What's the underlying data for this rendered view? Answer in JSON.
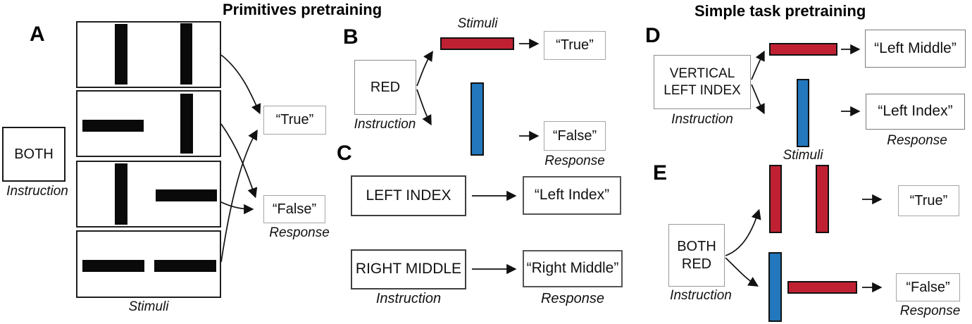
{
  "colors": {
    "red": "#bf2133",
    "blue": "#2277bd",
    "bar_black": "#0a0a0a"
  },
  "header": {
    "left_title": "Primitives pretraining",
    "right_title": "Simple task pretraining"
  },
  "labels": {
    "instruction": "Instruction",
    "stimuli": "Stimuli",
    "response": "Response"
  },
  "panelA": {
    "letter": "A",
    "instruction": "BOTH",
    "true_response": "“True”",
    "false_response": "“False”"
  },
  "panelB": {
    "letter": "B",
    "instruction": "RED",
    "true_response": "“True”",
    "false_response": "“False”"
  },
  "panelC": {
    "letter": "C",
    "rows": [
      {
        "instruction": "LEFT INDEX",
        "response": "“Left Index”"
      },
      {
        "instruction": "RIGHT MIDDLE",
        "response": "“Right Middle”"
      }
    ]
  },
  "panelD": {
    "letter": "D",
    "instruction_line1": "VERTICAL",
    "instruction_line2": "LEFT INDEX",
    "top_response": "“Left Middle”",
    "bottom_response": "“Left Index”"
  },
  "panelE": {
    "letter": "E",
    "instruction_line1": "BOTH",
    "instruction_line2": "RED",
    "true_response": "“True”",
    "false_response": "“False”"
  }
}
